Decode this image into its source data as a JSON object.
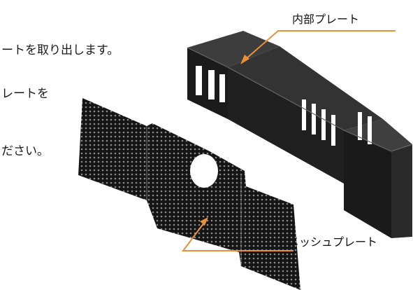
{
  "text_lines": [
    "ートを取り出します。",
    "レートを",
    "ださい。"
  ],
  "callouts": {
    "inner_plate": "内部プレート",
    "mesh_plate": "メッシュプレート"
  },
  "colors": {
    "callout_line": "#e8913a",
    "part_dark": "#1c1c1c",
    "part_mid": "#3a3a3a",
    "part_light": "#555555"
  }
}
